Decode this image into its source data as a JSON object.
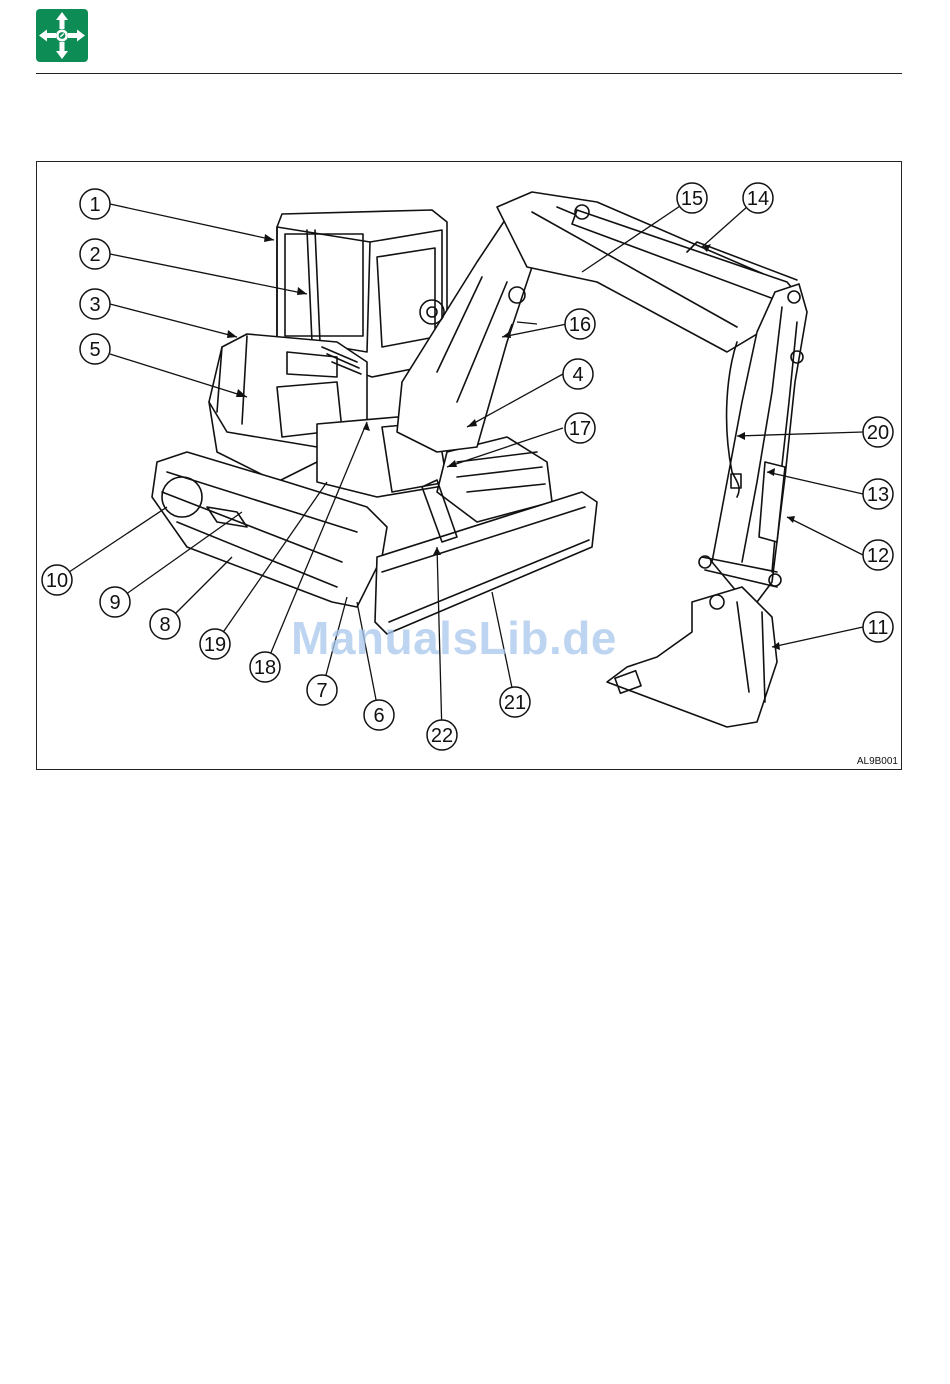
{
  "header": {
    "icon": "navigation-arrows-icon",
    "icon_color": "#0e8c56"
  },
  "figure": {
    "code": "AL9B001",
    "watermark": "ManualsLib.de",
    "callouts": [
      "1",
      "2",
      "3",
      "4",
      "5",
      "6",
      "7",
      "8",
      "9",
      "10",
      "11",
      "12",
      "13",
      "14",
      "15",
      "16",
      "17",
      "18",
      "19",
      "20",
      "21",
      "22"
    ]
  }
}
